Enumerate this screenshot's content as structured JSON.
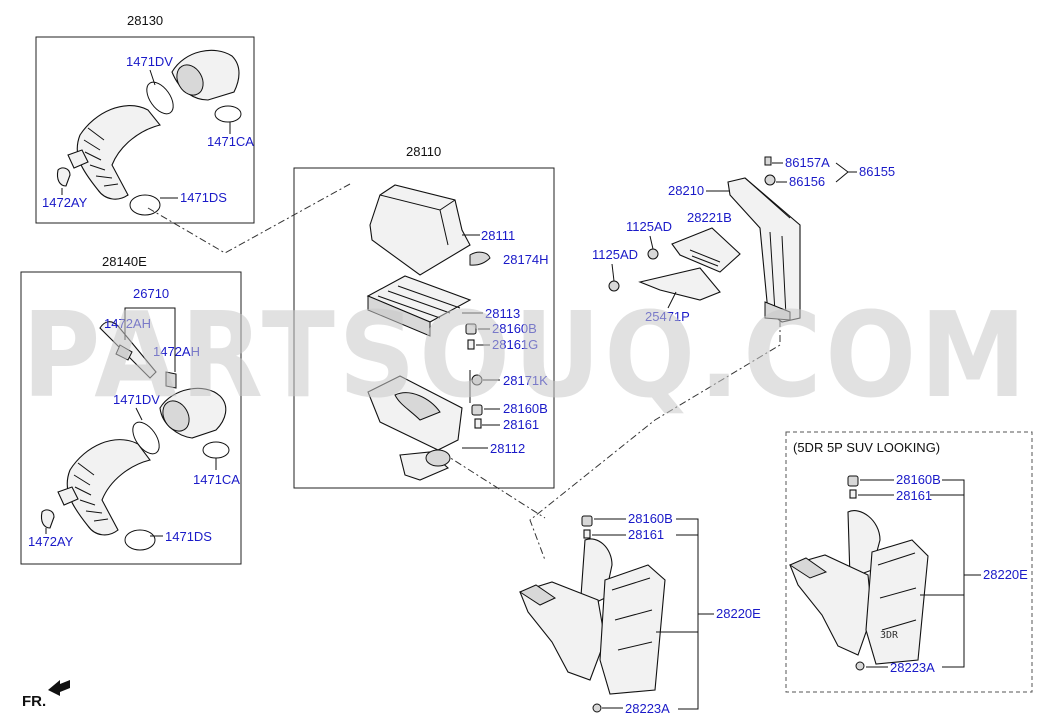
{
  "watermark": "PARTSOUQ.COM",
  "note": "(5DR 5P SUV LOOKING)",
  "direction_label": "FR.",
  "groups": {
    "g28130": "28130",
    "g28140E": "28140E",
    "g28110": "28110"
  },
  "labels": {
    "l1471DV_a": "1471DV",
    "l1471CA_a": "1471CA",
    "l1472AY_a": "1472AY",
    "l1471DS_a": "1471DS",
    "l26710": "26710",
    "l1472AH_a": "1472AH",
    "l1472AH_b": "1472AH",
    "l1471DV_b": "1471DV",
    "l1471CA_b": "1471CA",
    "l1472AY_b": "1472AY",
    "l1471DS_b": "1471DS",
    "l28111": "28111",
    "l28174H": "28174H",
    "l28113": "28113",
    "l28160B_a": "28160B",
    "l28161G": "28161G",
    "l28171K": "28171K",
    "l28160B_b": "28160B",
    "l28161_a": "28161",
    "l28112": "28112",
    "l86157A": "86157A",
    "l86155": "86155",
    "l86156": "86156",
    "l28210": "28210",
    "l1125AD_a": "1125AD",
    "l28221B": "28221B",
    "l1125AD_b": "1125AD",
    "l25471P": "25471P",
    "l28160B_c": "28160B",
    "l28161_b": "28161",
    "l28220E_a": "28220E",
    "l28223A_a": "28223A",
    "l28160B_d": "28160B",
    "l28161_c": "28161",
    "l28220E_b": "28220E",
    "l28223A_b": "28223A",
    "l3DR": "3DR"
  }
}
